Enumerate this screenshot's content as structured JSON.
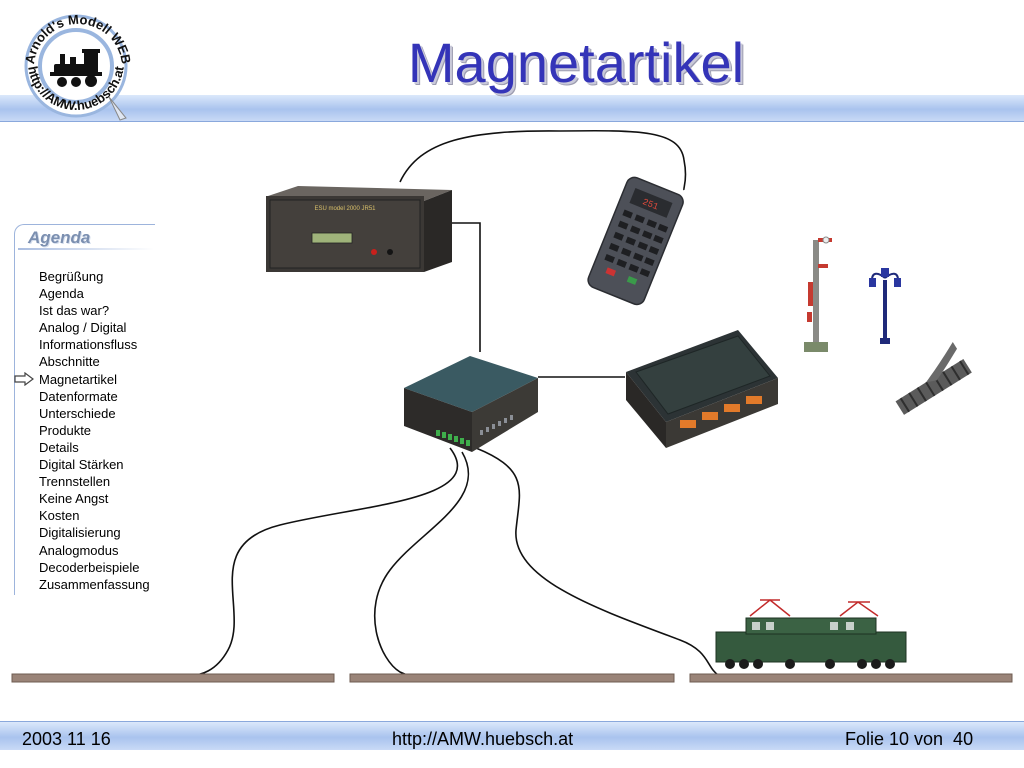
{
  "slide": {
    "title": "Magnetartikel"
  },
  "logo": {
    "text_top": "Arnold's Modell WEB",
    "text_bottom": "http://AMW.huebsch.at",
    "icon": "steam-locomotive-icon"
  },
  "agenda": {
    "heading": "Agenda",
    "current_index": 6,
    "items": [
      {
        "label": "Begrüßung"
      },
      {
        "label": "Agenda"
      },
      {
        "label": "Ist das war?"
      },
      {
        "label": "Analog / Digital"
      },
      {
        "label": "Informationsfluss"
      },
      {
        "label": "Abschnitte"
      },
      {
        "label": "Magnetartikel"
      },
      {
        "label": "Datenformate"
      },
      {
        "label": "Unterschiede"
      },
      {
        "label": "Produkte"
      },
      {
        "label": "Details"
      },
      {
        "label": "Digital Stärken"
      },
      {
        "label": "Trennstellen"
      },
      {
        "label": "Keine Angst"
      },
      {
        "label": "Kosten"
      },
      {
        "label": "Digitalisierung"
      },
      {
        "label": "Analogmodus"
      },
      {
        "label": "Decoderbeispiele"
      },
      {
        "label": "Zusammenfassung"
      }
    ]
  },
  "footer": {
    "date": "2003 11 16",
    "url": "http://AMW.huebsch.at",
    "page": "Folie 10 von  40"
  },
  "colors": {
    "title": "#3434b8",
    "bar": "#a9c3ee",
    "rail": "#9a8478"
  },
  "diagram": {
    "central_unit_label": "ESU model 2000 JR51",
    "handheld_display": "251",
    "components": [
      "central-unit-icon",
      "handheld-controller-icon",
      "booster-icon",
      "accessory-decoder-icon",
      "semaphore-signal-icon",
      "street-lamp-icon",
      "turnout-icon",
      "locomotive-icon",
      "track-icon"
    ]
  }
}
